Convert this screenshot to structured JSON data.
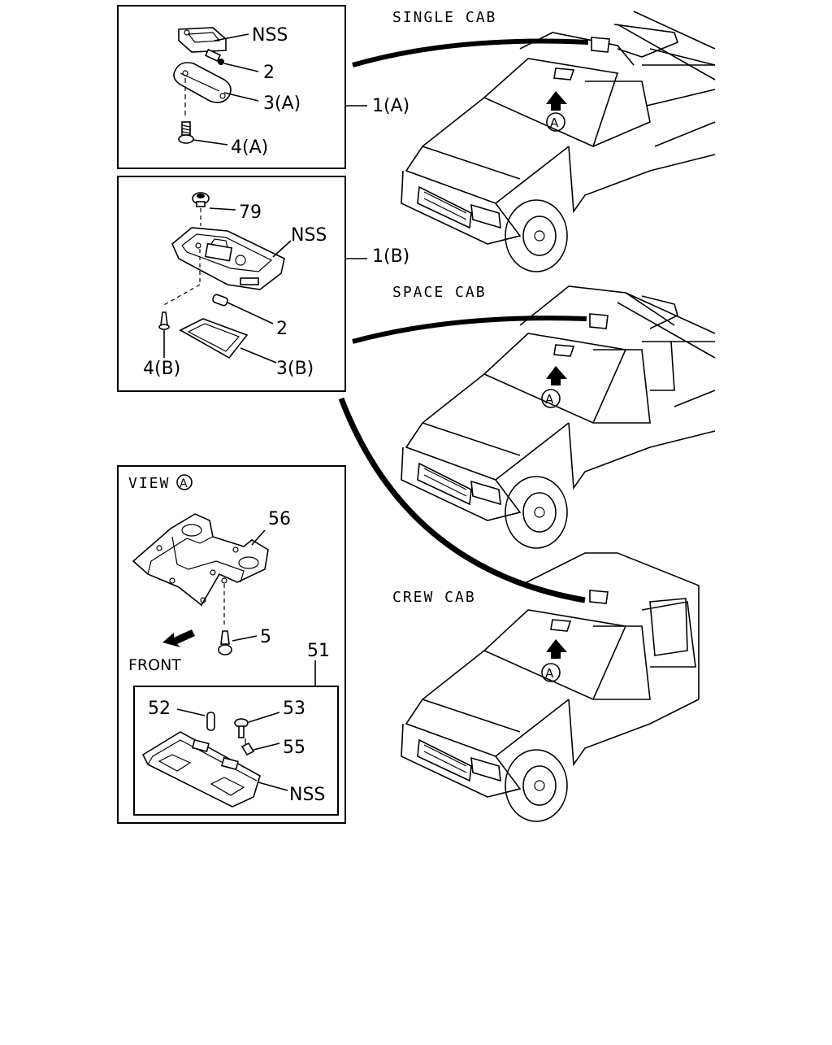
{
  "panels": {
    "panel_a": {
      "labels": {
        "nss": "NSS",
        "bulb": "2",
        "lens": "3(A)",
        "screw": "4(A)",
        "assembly": "1(A)"
      }
    },
    "panel_b": {
      "labels": {
        "clip": "79",
        "nss": "NSS",
        "assembly": "1(B)",
        "bulb": "2",
        "screw": "4(B)",
        "lens": "3(B)"
      }
    },
    "view_a": {
      "title": "VIEW",
      "circle_letter": "A",
      "front_label": "FRONT",
      "labels": {
        "bracket": "56",
        "screw": "5",
        "lamp_assembly": "51",
        "bulb": "52",
        "lamp_screw": "53",
        "clip": "55",
        "nss": "NSS"
      }
    }
  },
  "vehicles": [
    {
      "name": "SINGLE CAB",
      "view_letter": "A"
    },
    {
      "name": "SPACE CAB",
      "view_letter": "A"
    },
    {
      "name": "CREW CAB",
      "view_letter": "A"
    }
  ]
}
